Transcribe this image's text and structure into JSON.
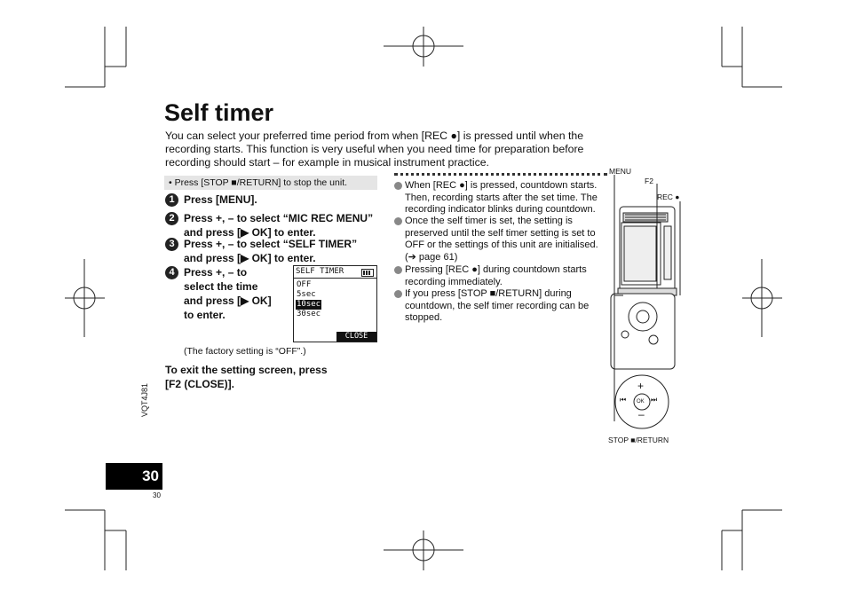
{
  "title": "Self timer",
  "intro": "You can select your preferred time period from when [REC ●] is pressed until when the recording starts. This function is very useful when you need time for preparation before recording should start – for example in musical instrument practice.",
  "note": "•  Press [STOP ■/RETURN] to stop the unit.",
  "steps": [
    {
      "num": "1",
      "lines": [
        "Press [MENU]."
      ]
    },
    {
      "num": "2",
      "lines": [
        "Press +, – to select “MIC REC MENU”",
        "and press [▶ OK] to enter."
      ]
    },
    {
      "num": "3",
      "lines": [
        "Press +, – to select “SELF TIMER”",
        "and press [▶ OK] to enter."
      ]
    },
    {
      "num": "4",
      "lines": [
        "Press +, – to",
        "select the time",
        "and press [▶ OK]",
        "to enter."
      ]
    }
  ],
  "screen": {
    "header": "SELF TIMER",
    "options": [
      "OFF",
      "5sec",
      "10sec",
      "30sec"
    ],
    "selected_index": 2,
    "close_label": "CLOSE"
  },
  "factory_note": "(The factory setting is “OFF”.)",
  "exit_lines": [
    "To exit the setting screen, press",
    "[F2 (CLOSE)]."
  ],
  "right_notes": [
    "When [REC ●] is pressed, countdown starts. Then, recording starts after the set time. The recording indicator blinks during countdown.",
    "Once the self timer is set, the setting is preserved until the self timer setting is set to OFF or the settings of this unit are initialised. (➔ page 61)",
    "Pressing [REC ●] during countdown starts recording immediately.",
    "If you press [STOP ■/RETURN] during countdown, the self timer recording can be stopped."
  ],
  "device_labels": {
    "menu": "MENU",
    "f2": "F2",
    "rec": "REC ●",
    "stop": "STOP ■/RETURN",
    "plus": "+",
    "minus": "–",
    "ok": "OK"
  },
  "page_number": "30",
  "doc_code": "VQT4J81",
  "page_small": "30"
}
